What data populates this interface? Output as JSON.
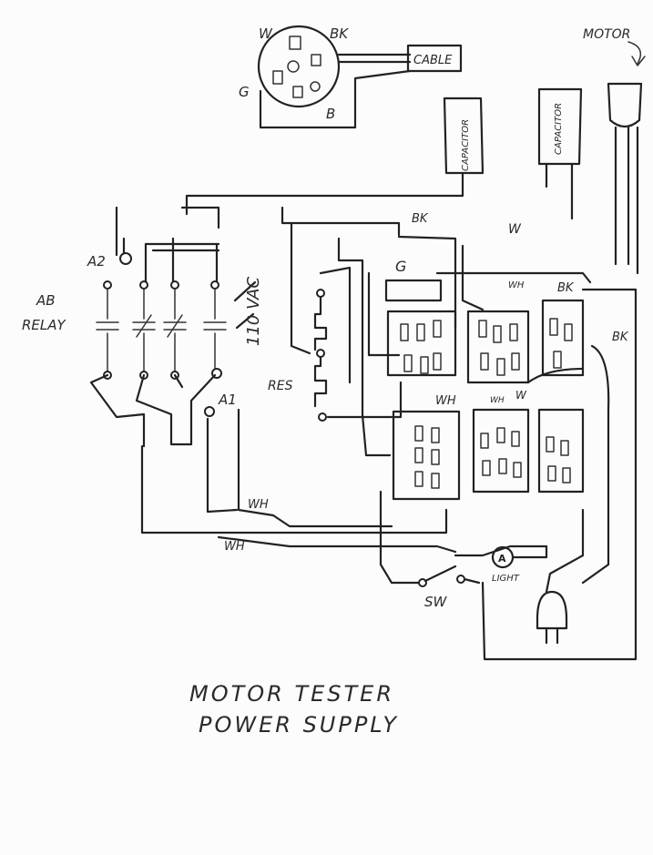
{
  "title": [
    "MOTOR TESTER",
    "POWER SUPPLY"
  ],
  "connector": {
    "pins": [
      "W",
      "BK",
      "G",
      "B"
    ],
    "cable": "CABLE"
  },
  "motor": "MOTOR",
  "capacitors": [
    "CAPACITOR",
    "CAPACITOR"
  ],
  "relay": {
    "name": [
      "AB",
      "RELAY"
    ],
    "terminals": [
      "A2",
      "A1"
    ]
  },
  "voltage": "110 VAC",
  "resistor": "RES",
  "ground": "G",
  "wire_labels": [
    "BK",
    "W",
    "WH",
    "BK",
    "BK",
    "WH",
    "WH",
    "W",
    "WH",
    "WH"
  ],
  "switch": "SW",
  "lamp": {
    "symbol": "A",
    "label": "LIGHT"
  }
}
